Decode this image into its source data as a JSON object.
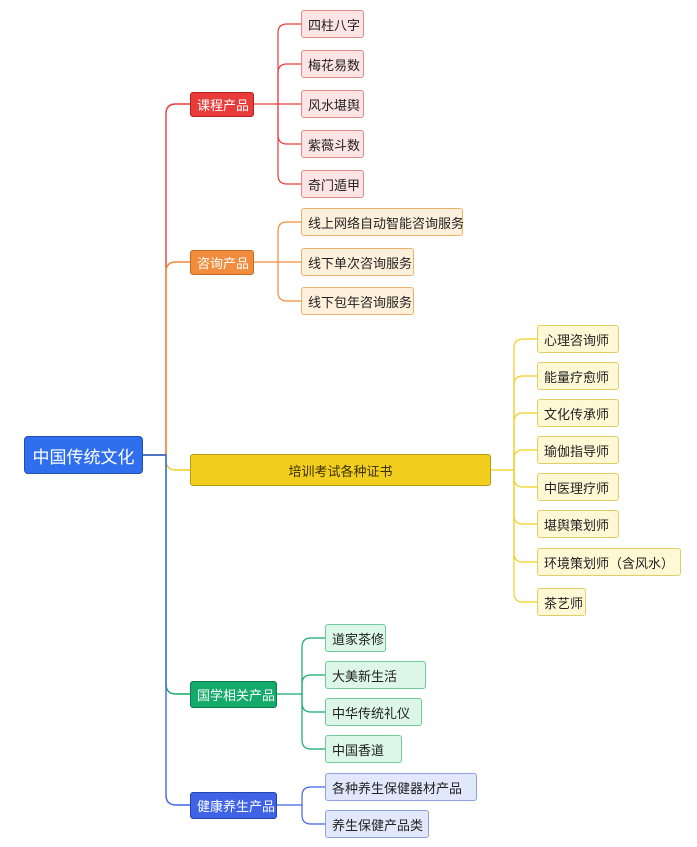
{
  "mindmap": {
    "root": {
      "label": "中国传统文化",
      "color": "#2f6fee"
    },
    "branches": [
      {
        "label": "课程产品",
        "color": "#ea3b3b",
        "children": [
          "四柱八字",
          "梅花易数",
          "风水堪舆",
          "紫薇斗数",
          "奇门遁甲"
        ]
      },
      {
        "label": "咨询产品",
        "color": "#f08c3c",
        "children": [
          "线上网络自动智能咨询服务",
          "线下单次咨询服务",
          "线下包年咨询服务"
        ]
      },
      {
        "label": "培训考试各种证书",
        "color": "#f2cf1f",
        "children": [
          "心理咨询师",
          "能量疗愈师",
          "文化传承师",
          "瑜伽指导师",
          "中医理疗师",
          "堪舆策划师",
          "环境策划师（含风水）",
          "茶艺师"
        ]
      },
      {
        "label": "国学相关产品",
        "color": "#13aa6a",
        "children": [
          "道家茶修",
          "大美新生活",
          "中华传统礼仪",
          "中国香道"
        ]
      },
      {
        "label": "健康养生产品",
        "color": "#3f63e6",
        "children": [
          "各种养生保健器材产品",
          "养生保健产品类"
        ]
      }
    ]
  }
}
